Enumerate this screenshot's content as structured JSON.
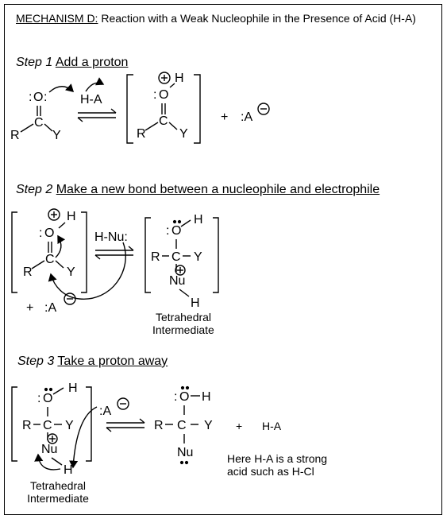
{
  "title": {
    "label": "MECHANISM D:",
    "text": " Reaction with a Weak Nucleophile in the Presence of Acid (H-A)"
  },
  "steps": [
    {
      "number": "Step 1",
      "description": "Add a proton"
    },
    {
      "number": "Step 2",
      "description": "Make a new bond between a nucleophile and electrophile"
    },
    {
      "number": "Step 3",
      "description": "Take a proton away"
    }
  ],
  "labels": {
    "acid": "H-A",
    "nucleophile": "H-Nu:",
    "plus": "+",
    "anion": ":A",
    "intermediate_line1": "Tetrahedral",
    "intermediate_line2": "Intermediate",
    "product_acid": "H-A",
    "note_line1": "Here H-A is a strong",
    "note_line2": "acid such as H-Cl"
  },
  "atoms": {
    "O": "O",
    "C": "C",
    "R": "R",
    "Y": "Y",
    "H": "H",
    "Nu": "Nu",
    "A": "A"
  }
}
